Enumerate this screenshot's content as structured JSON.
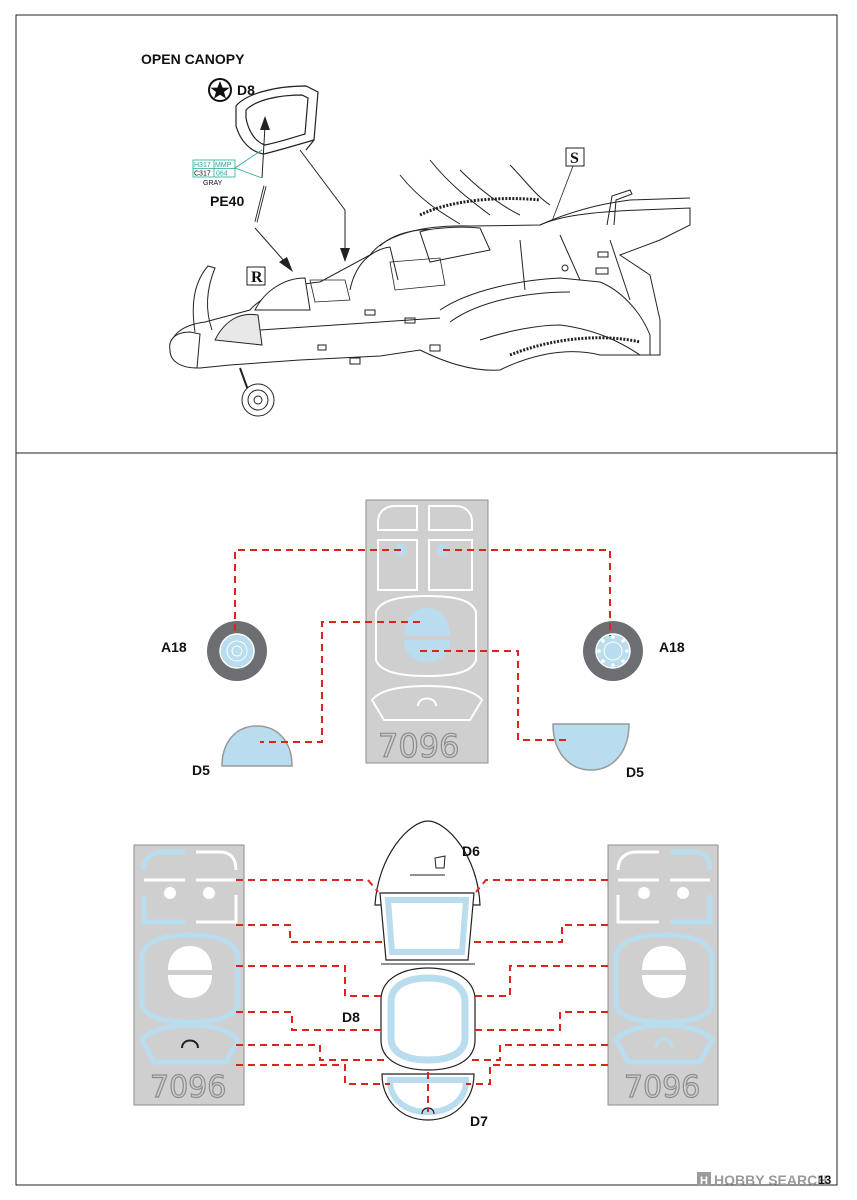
{
  "top_panel": {
    "title": "OPEN CANOPY",
    "canopy_part": "D8",
    "pe_part": "PE40",
    "paint_codes": {
      "row1_left": "H317",
      "row1_right": "MMP",
      "row2_left": "C317",
      "row2_right": "064",
      "row3": "GRAY"
    },
    "callout_r": "R",
    "callout_s": "S"
  },
  "middle_panel": {
    "wheel_left_label": "A18",
    "wheel_right_label": "A18",
    "mask_left_label": "D5",
    "mask_right_label": "D5",
    "fret_number": "7096"
  },
  "bottom_panel": {
    "nose_label": "D6",
    "main_canopy_label": "D8",
    "rear_label": "D7",
    "fret_number_left": "7096",
    "fret_number_right": "7096"
  },
  "footer": {
    "page_number": "13",
    "watermark": "HOBBY SEARCH"
  },
  "colors": {
    "mask_blue": "#b9dcef",
    "leader_red": "#d9251d",
    "fret_gray": "#cfcfcf",
    "paint_teal": "#2aa89a",
    "tire_gray": "#6d6e71"
  }
}
